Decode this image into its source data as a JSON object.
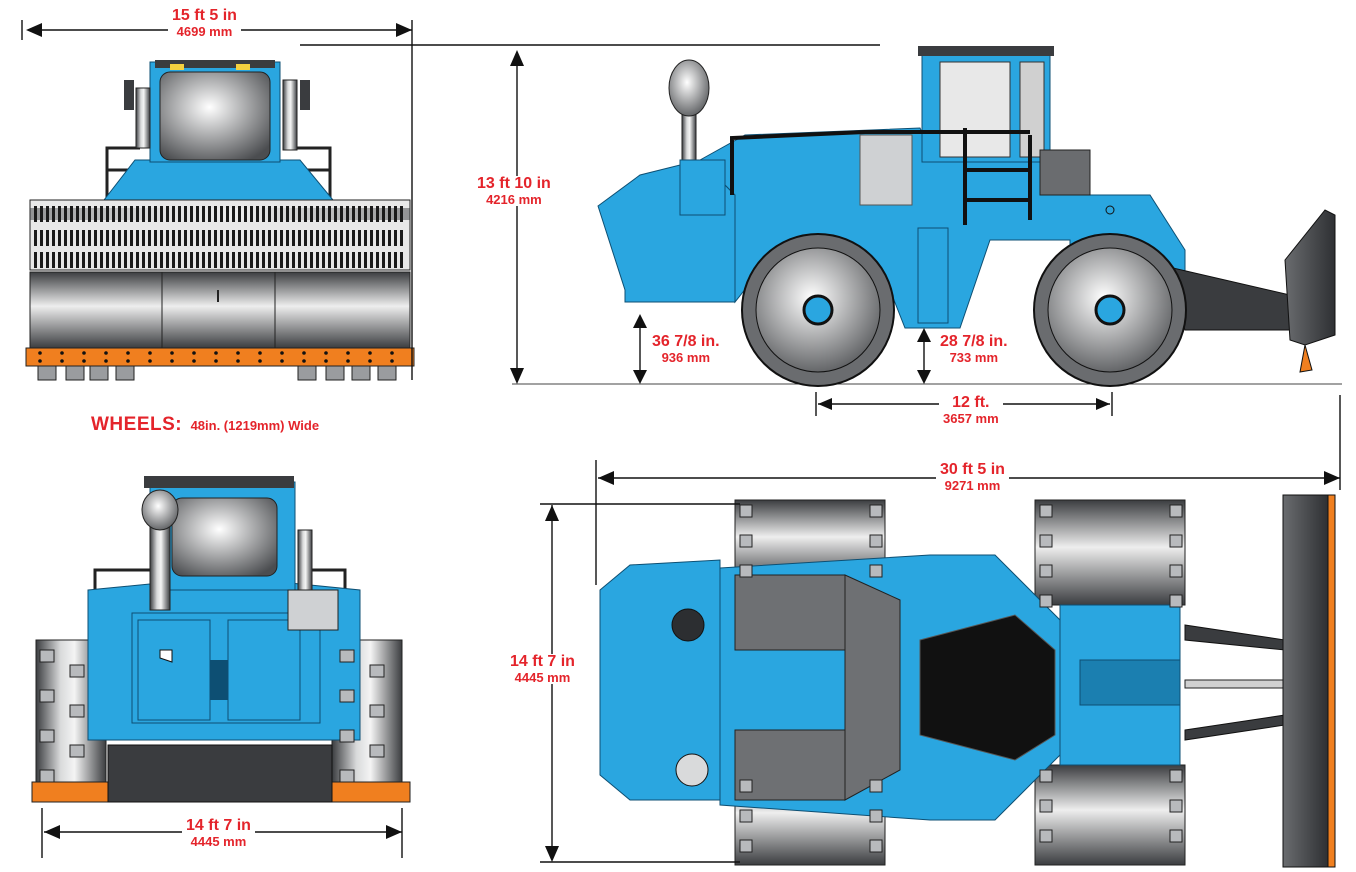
{
  "colors": {
    "body": "#2aa6e0",
    "body_dark": "#1b7fb0",
    "steel": "#8e9194",
    "steel_dark": "#3a3c3f",
    "blade": "#4a4c4f",
    "accent_orange": "#f07f1f",
    "dimension_text": "#e4242b",
    "line": "#000000"
  },
  "dimensions": {
    "overall_width": {
      "imperial": "15 ft 5 in",
      "metric": "4699 mm"
    },
    "overall_height": {
      "imperial": "13 ft 10 in",
      "metric": "4216 mm"
    },
    "front_ground_clearance": {
      "imperial": "36 7/8 in.",
      "metric": "936 mm"
    },
    "center_ground_clearance": {
      "imperial": "28 7/8 in.",
      "metric": "733 mm"
    },
    "wheelbase": {
      "imperial": "12 ft.",
      "metric": "3657 mm"
    },
    "rear_width": {
      "imperial": "14 ft 7 in",
      "metric": "4445 mm"
    },
    "overall_length": {
      "imperial": "30 ft 5 in",
      "metric": "9271 mm"
    },
    "top_width": {
      "imperial": "14 ft 7 in",
      "metric": "4445 mm"
    }
  },
  "wheels_note": {
    "label": "WHEELS:",
    "value": "48in. (1219mm) Wide"
  },
  "views": [
    "front-view",
    "side-view",
    "rear-view",
    "top-view"
  ]
}
